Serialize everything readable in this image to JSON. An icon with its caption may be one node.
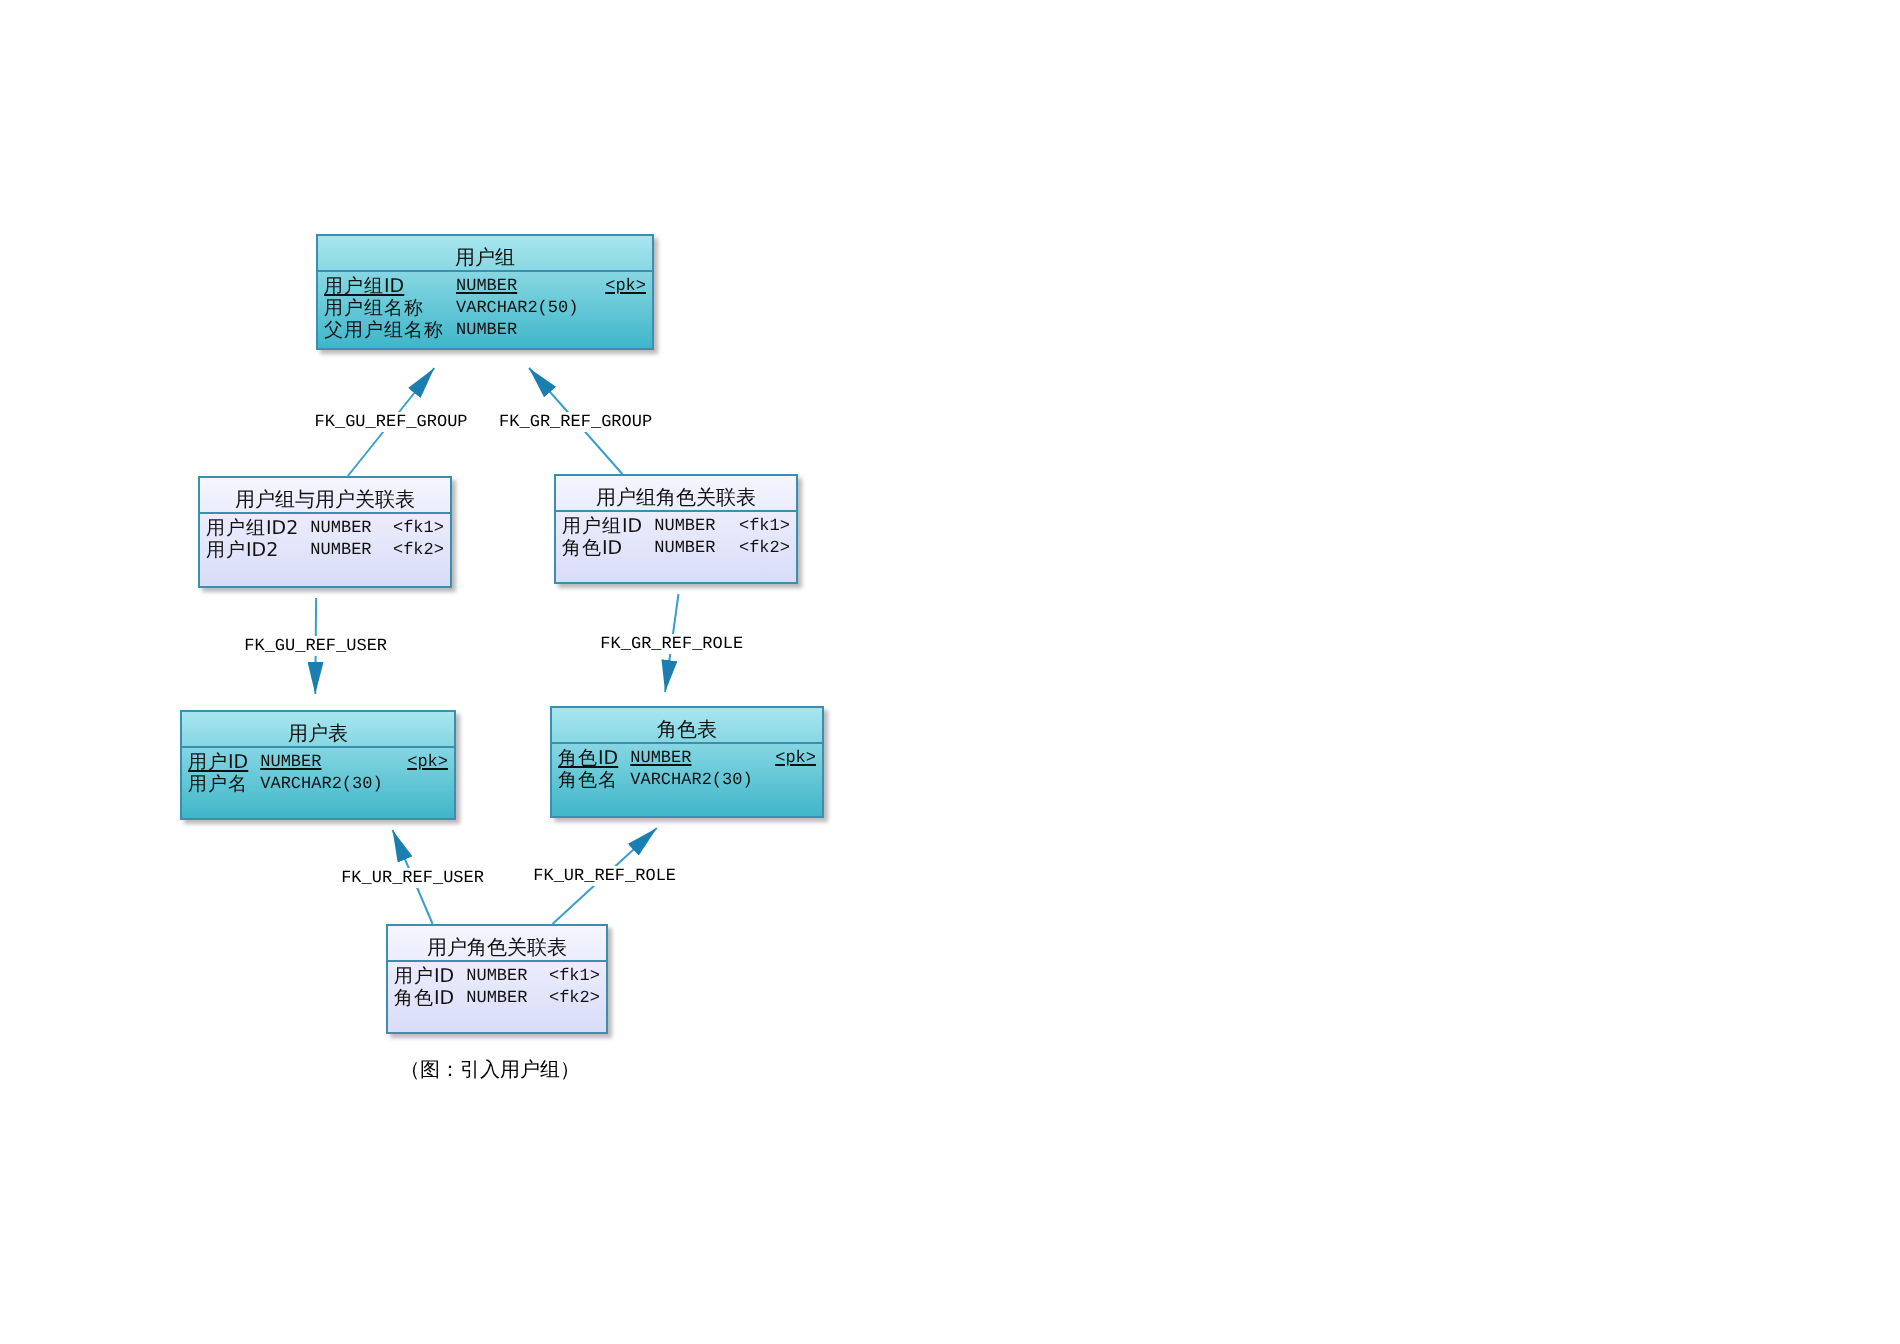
{
  "diagram": {
    "caption": "（图：引入用户组）",
    "nodes": [
      {
        "text": [
          "用户组",
          "用户组ID",
          "NUMBER",
          "<pk>",
          "用户组名称",
          "VARCHAR2(50)",
          "父用户组名称",
          "NUMBER"
        ]
      },
      {
        "text": [
          "用户组与用户关联表",
          "用户组ID2",
          "NUMBER",
          "<fk1>",
          "用户ID2",
          "NUMBER",
          "<fk2>"
        ]
      },
      {
        "text": [
          "用户组角色关联表",
          "用户组ID",
          "NUMBER",
          "<fk1>",
          "角色ID",
          "NUMBER",
          "<fk2>"
        ]
      },
      {
        "text": [
          "用户表",
          "用户ID",
          "NUMBER",
          "<pk>",
          "用户名",
          "VARCHAR2(30)"
        ]
      },
      {
        "text": [
          "角色表",
          "角色ID",
          "NUMBER",
          "<pk>",
          "角色名",
          "VARCHAR2(30)"
        ]
      },
      {
        "text": [
          "用户角色关联表",
          "用户ID",
          "NUMBER",
          "<fk1>",
          "角色ID",
          "NUMBER",
          "<fk2>"
        ]
      }
    ],
    "edges": [
      {
        "from": 1,
        "to": 0,
        "arrow": "to",
        "label": "FK_GU_REF_GROUP"
      },
      {
        "from": 2,
        "to": 0,
        "arrow": "to",
        "label": "FK_GR_REF_GROUP"
      },
      {
        "from": 1,
        "to": 3,
        "arrow": "to",
        "label": "FK_GU_REF_USER"
      },
      {
        "from": 2,
        "to": 4,
        "arrow": "to",
        "label": "FK_GR_REF_ROLE"
      },
      {
        "from": 5,
        "to": 3,
        "arrow": "to",
        "label": "FK_UR_REF_USER"
      },
      {
        "from": 5,
        "to": 4,
        "arrow": "to",
        "label": "FK_UR_REF_ROLE"
      }
    ]
  }
}
